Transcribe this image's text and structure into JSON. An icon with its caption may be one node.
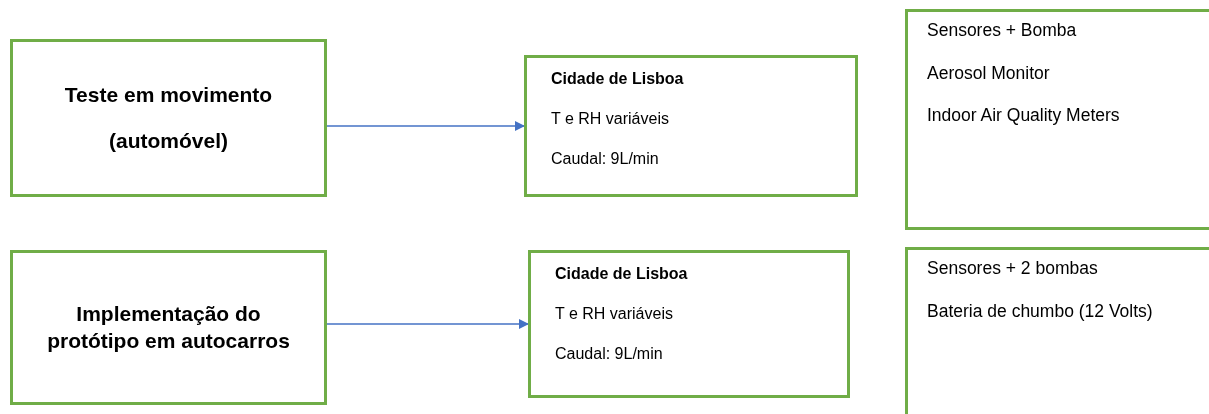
{
  "diagram": {
    "nodes": [
      {
        "text": [
          "Teste em movimento (automóvel)"
        ]
      },
      {
        "text": [
          "Cidade de Lisboa",
          "T e RH variáveis",
          "Caudal: 9L/min"
        ]
      },
      {
        "text": [
          "Sensores + Bomba",
          "Aerosol Monitor",
          "Indoor Air Quality Meters"
        ]
      },
      {
        "text": [
          "Implementação do protótipo em autocarros"
        ]
      },
      {
        "text": [
          "Cidade de Lisboa",
          "T e RH variáveis",
          "Caudal: 9L/min"
        ]
      },
      {
        "text": [
          "Sensores + 2 bombas",
          "Bateria de chumbo (12 Volts)"
        ]
      }
    ],
    "edges": [
      {
        "from": 0,
        "to": 1,
        "arrow": "to"
      },
      {
        "from": 3,
        "to": 4,
        "arrow": "to"
      }
    ]
  }
}
